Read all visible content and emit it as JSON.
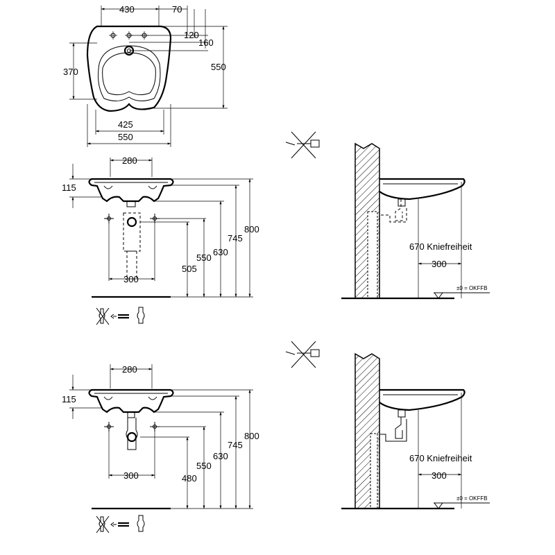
{
  "top_view": {
    "dim_430": "430",
    "dim_70": "70",
    "dim_120": "120",
    "dim_160": "160",
    "dim_370": "370",
    "dim_550_h": "550",
    "dim_425": "425",
    "dim_550_w": "550"
  },
  "front_view_1": {
    "dim_280": "280",
    "dim_115": "115",
    "dim_800": "800",
    "dim_745": "745",
    "dim_630": "630",
    "dim_550": "550",
    "dim_505": "505",
    "dim_300": "300"
  },
  "front_view_2": {
    "dim_280": "280",
    "dim_115": "115",
    "dim_800": "800",
    "dim_745": "745",
    "dim_630": "630",
    "dim_550": "550",
    "dim_480": "480",
    "dim_300": "300"
  },
  "side_view_1": {
    "knee_label": "670 Kniefreiheit",
    "dim_300": "300",
    "floor_label": "±0 = OKFFB"
  },
  "side_view_2": {
    "knee_label": "670 Kniefreiheit",
    "dim_300": "300",
    "floor_label": "±0 = OKFFB"
  },
  "icons": [
    "no-siphon-icon",
    "arrow-exchange-icon",
    "siphon-icon",
    "no-tap-icon"
  ]
}
